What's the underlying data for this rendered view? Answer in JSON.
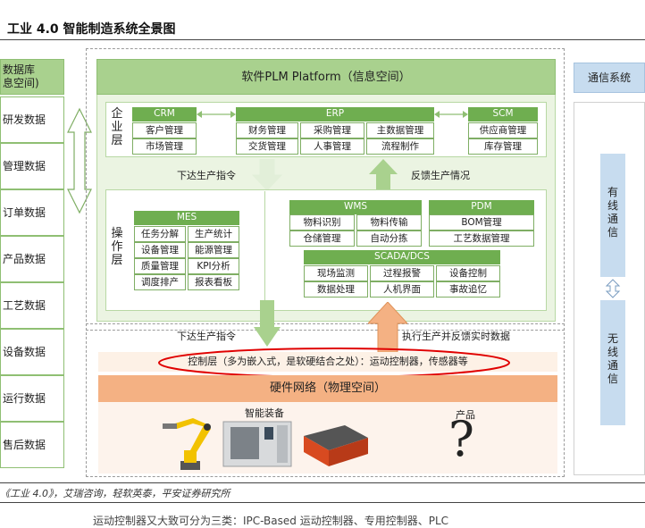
{
  "title": "工业 4.0 智能制造系统全景图",
  "db": {
    "header": "数据库\n息空间)",
    "items": [
      "研发数据",
      "管理数据",
      "订单数据",
      "产品数据",
      "工艺数据",
      "设备数据",
      "运行数据",
      "售后数据"
    ]
  },
  "plm": {
    "title": "软件PLM Platform（信息空间）",
    "enterprise_layer": "企\n业\n层",
    "crm": {
      "title": "CRM",
      "items": [
        "客户管理",
        "市场管理"
      ]
    },
    "erp": {
      "title": "ERP",
      "items": [
        "财务管理",
        "采购管理",
        "主数据管理",
        "交货管理",
        "人事管理",
        "流程制作"
      ]
    },
    "scm": {
      "title": "SCM",
      "items": [
        "供应商管理",
        "库存管理"
      ]
    },
    "down_label": "下达生产指令",
    "up_label": "反馈生产情况",
    "ops_layer": "操\n作\n层",
    "mes": {
      "title": "MES",
      "items": [
        "任务分解",
        "生产统计",
        "设备管理",
        "能源管理",
        "质量管理",
        "KPI分析",
        "调度排产",
        "报表看板"
      ]
    },
    "wms": {
      "title": "WMS",
      "items": [
        "物料识别",
        "物料传输",
        "仓储管理",
        "自动分拣"
      ]
    },
    "pdm": {
      "title": "PDM",
      "items": [
        "BOM管理",
        "工艺数据管理"
      ]
    },
    "scada": {
      "title": "SCADA/DCS",
      "items": [
        "现场监测",
        "过程报警",
        "设备控制",
        "数据处理",
        "人机界面",
        "事故追忆"
      ]
    }
  },
  "hardware": {
    "down_label": "下达生产指令",
    "up_label": "执行生产并反馈实时数据",
    "control_layer": "控制层（多为嵌入式，是软硬结合之处）：运动控制器，传感器等",
    "network": "硬件网络（物理空间）",
    "equipment_label": "智能装备",
    "product_label": "产品",
    "question_mark": "?"
  },
  "comm": {
    "title": "通信系统",
    "wired": "有\n线\n通\n信",
    "wireless": "无\n线\n通\n信"
  },
  "source": "《工业 4.0》，艾瑞咨询，轻软英泰，平安证券研究所",
  "footer_partial": "运动控制器又大致可分为三类：IPC-Based 运动控制器、专用控制器、PLC",
  "colors": {
    "green_header": "#a9d18e",
    "green_panel": "#ebf4e2",
    "module_green": "#6fae50",
    "orange": "#f4b183",
    "orange_network": "#f4b183",
    "blue": "#c7dcef",
    "red_ellipse": "#e00000"
  }
}
